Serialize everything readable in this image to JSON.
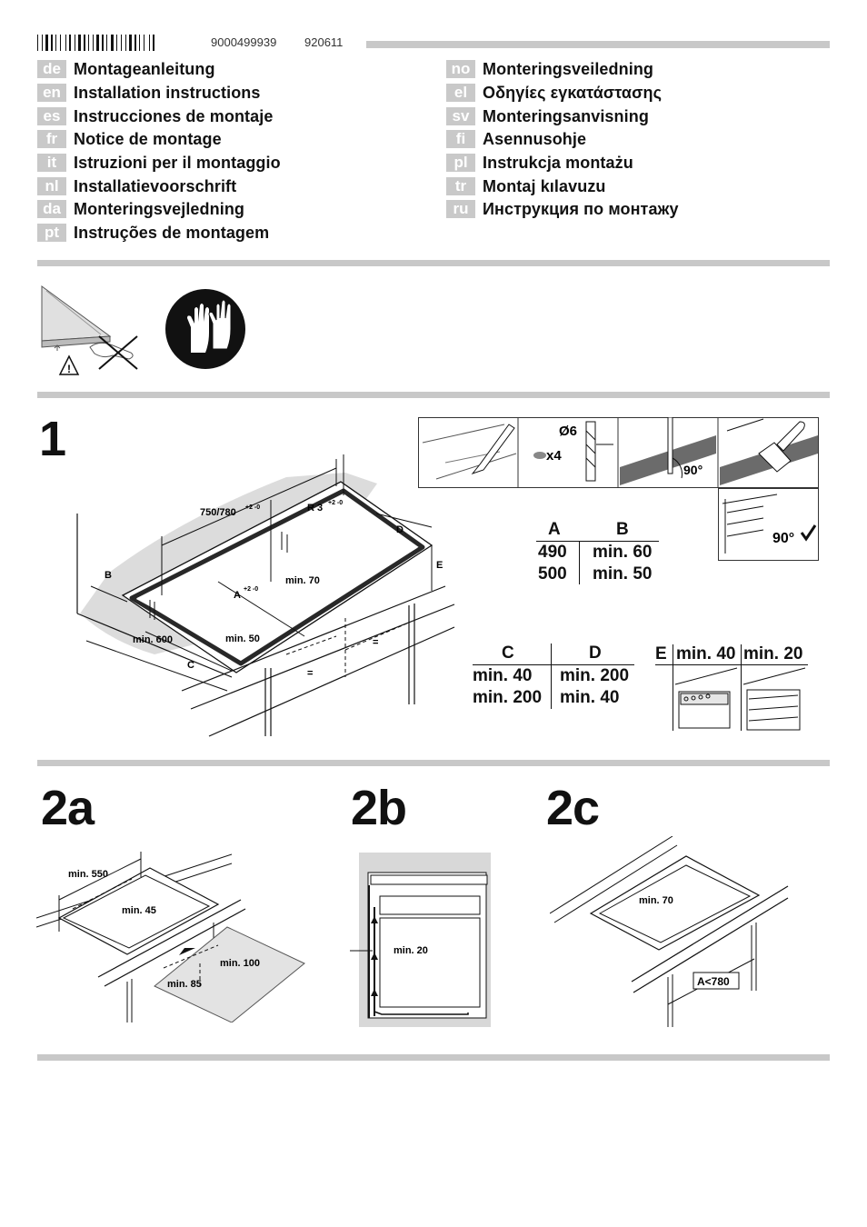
{
  "header": {
    "doc_number": "9000499939",
    "doc_date": "920611"
  },
  "languages_left": [
    {
      "code": "de",
      "title": "Montageanleitung"
    },
    {
      "code": "en",
      "title": "Installation instructions"
    },
    {
      "code": "es",
      "title": "Instrucciones de montaje"
    },
    {
      "code": "fr",
      "title": "Notice de montage"
    },
    {
      "code": "it",
      "title": "Istruzioni per il montaggio"
    },
    {
      "code": "nl",
      "title": "Installatievoorschrift"
    },
    {
      "code": "da",
      "title": "Monteringsvejledning"
    },
    {
      "code": "pt",
      "title": "Instruções de montagem"
    }
  ],
  "languages_right": [
    {
      "code": "no",
      "title": "Monteringsveiledning"
    },
    {
      "code": "el",
      "title": "Οδηγίες εγκατάστασης"
    },
    {
      "code": "sv",
      "title": "Monteringsanvisning"
    },
    {
      "code": "fi",
      "title": "Asennusohje"
    },
    {
      "code": "pl",
      "title": "Instrukcja montażu"
    },
    {
      "code": "tr",
      "title": "Montaj kılavuzu"
    },
    {
      "code": "ru",
      "title": "Инструкция по монтажу"
    }
  ],
  "sections": {
    "s1": "1",
    "s2a": "2a",
    "s2b": "2b",
    "s2c": "2c"
  },
  "fig1": {
    "width_label": "750/780",
    "width_tol": "+2 -0",
    "radius_label": "R 3",
    "radius_tol": "+2 -0",
    "a_label": "A",
    "a_tol": "+2 -0",
    "b_label": "B",
    "c_label": "C",
    "d_label": "D",
    "e_label": "E",
    "min70": "min. 70",
    "min600": "min. 600",
    "min50": "min. 50",
    "eq": "="
  },
  "tools": {
    "drill_size": "Ø6",
    "quantity": "x4",
    "angle1": "90°",
    "angle2": "90°"
  },
  "table_ab": {
    "headers": [
      "A",
      "B"
    ],
    "rows": [
      [
        "490",
        "min. 60"
      ],
      [
        "500",
        "min. 50"
      ]
    ]
  },
  "table_cd": {
    "headers": [
      "C",
      "D"
    ],
    "rows": [
      [
        "min. 40",
        "min. 200"
      ],
      [
        "min. 200",
        "min. 40"
      ]
    ]
  },
  "table_e": {
    "label": "E",
    "values": [
      "min. 40",
      "min. 20"
    ]
  },
  "fig2a": {
    "min550": "min. 550",
    "min45": "min. 45",
    "min100": "min. 100",
    "min85": "min. 85"
  },
  "fig2b": {
    "min20": "min. 20"
  },
  "fig2c": {
    "min70": "min. 70",
    "a_limit": "A<780"
  }
}
